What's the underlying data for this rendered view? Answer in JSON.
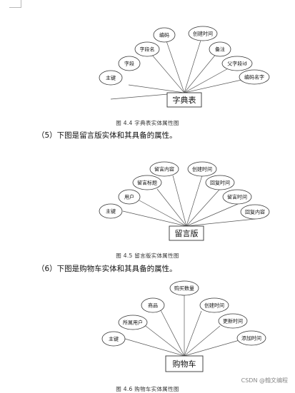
{
  "figure1": {
    "entity": "字典表",
    "attributes": [
      "主键",
      "字段",
      "字段名",
      "编码",
      "创建时间",
      "备注",
      "父字段id",
      "编码名字"
    ],
    "caption": "图 4.4 字典表实体属性图"
  },
  "paragraph1": "（5）下图是留言版实体和其具备的属性。",
  "figure2": {
    "entity": "留言版",
    "attributes": [
      "主键",
      "用户",
      "留言标题",
      "留言内容",
      "创建时间",
      "回复时间",
      "留言时间",
      "回复内容"
    ],
    "caption": "图 4.5 留言版实体属性图"
  },
  "paragraph2": "（6）下图是购物车实体和其具备的属性。",
  "figure3": {
    "entity": "购物车",
    "attributes": [
      "主键",
      "所属用户",
      "商品",
      "购买数量",
      "创建时间",
      "更新时间",
      "添加时间"
    ],
    "caption": "图 4.6 购物车实体属性图"
  },
  "watermark": "CSDN @翰文编程"
}
